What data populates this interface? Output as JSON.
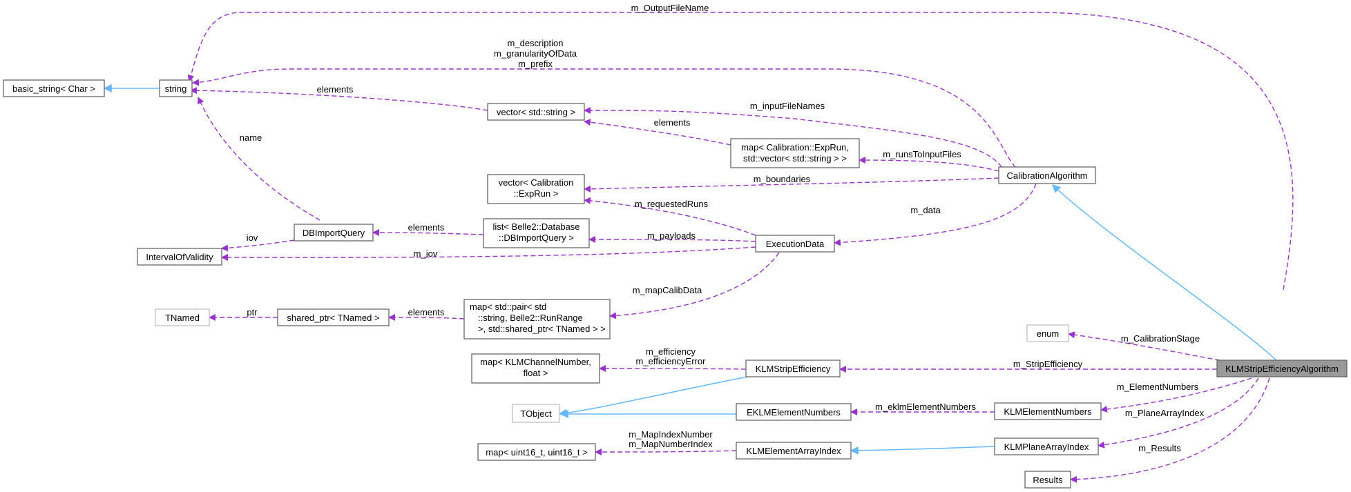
{
  "colors": {
    "usage_edge": "#9a32cd",
    "inherit_edge": "#63b8ff",
    "focus_fill": "#999999",
    "border": "#666666",
    "border_dim": "#bfbfbf"
  },
  "nodes": {
    "basic_string": [
      "basic_string< Char >"
    ],
    "string": [
      "string"
    ],
    "vector_string": [
      "vector< std::string >"
    ],
    "map_exprun": [
      "map< Calibration::ExpRun,",
      "std::vector< std::string > >"
    ],
    "vector_exprun": [
      "vector< Calibration",
      "::ExpRun >"
    ],
    "calibration_algorithm": [
      "CalibrationAlgorithm"
    ],
    "dbimportquery": [
      "DBImportQuery"
    ],
    "list_dbimport": [
      "list< Belle2::Database",
      "::DBImportQuery >"
    ],
    "execution_data": [
      "ExecutionData"
    ],
    "interval_of_validity": [
      "IntervalOfValidity"
    ],
    "tnamed": [
      "TNamed"
    ],
    "shared_ptr_tnamed": [
      "shared_ptr< TNamed >"
    ],
    "map_pair": [
      "map< std::pair< std",
      "::string, Belle2::RunRange",
      ">, std::shared_ptr< TNamed > >"
    ],
    "enum": [
      "enum"
    ],
    "map_klmchannel": [
      "map< KLMChannelNumber,",
      "float >"
    ],
    "klm_strip_efficiency": [
      "KLMStripEfficiency"
    ],
    "klm_strip_efficiency_algorithm": [
      "KLMStripEfficiencyAlgorithm"
    ],
    "tobject": [
      "TObject"
    ],
    "eklm_element_numbers": [
      "EKLMElementNumbers"
    ],
    "klm_element_numbers": [
      "KLMElementNumbers"
    ],
    "map_uint16": [
      "map< uint16_t, uint16_t >"
    ],
    "klm_element_array_index": [
      "KLMElementArrayIndex"
    ],
    "klm_plane_array_index": [
      "KLMPlaneArrayIndex"
    ],
    "results": [
      "Results"
    ]
  },
  "edge_labels": {
    "m_outputfilename": [
      "m_OutputFileName"
    ],
    "m_description": [
      "m_description",
      "m_granularityOfData",
      "m_prefix"
    ],
    "string_elements": [
      "elements"
    ],
    "name": [
      "name"
    ],
    "m_inputfilenames": [
      "m_inputFileNames"
    ],
    "vector_elements": [
      "elements"
    ],
    "m_runstoinputfiles": [
      "m_runsToInputFiles"
    ],
    "m_boundaries": [
      "m_boundaries"
    ],
    "m_requestedruns": [
      "m_requestedRuns"
    ],
    "m_data": [
      "m_data"
    ],
    "dbimport_elements": [
      "elements"
    ],
    "m_payloads": [
      "m_payloads"
    ],
    "iov": [
      "iov"
    ],
    "m_iov": [
      "m_iov"
    ],
    "m_mapcalibdata": [
      "m_mapCalibData"
    ],
    "shared_elements": [
      "elements"
    ],
    "ptr": [
      "ptr"
    ],
    "m_calibrationstage": [
      "m_CalibrationStage"
    ],
    "m_efficiency": [
      "m_efficiency",
      "m_efficiencyError"
    ],
    "m_stripefficiency": [
      "m_StripEfficiency"
    ],
    "m_elementnumbers": [
      "m_ElementNumbers"
    ],
    "m_eklmelementnumbers": [
      "m_eklmElementNumbers"
    ],
    "m_planearrayindex": [
      "m_PlaneArrayIndex"
    ],
    "m_mapindexnumber": [
      "m_MapIndexNumber",
      "m_MapNumberIndex"
    ],
    "m_results": [
      "m_Results"
    ]
  }
}
